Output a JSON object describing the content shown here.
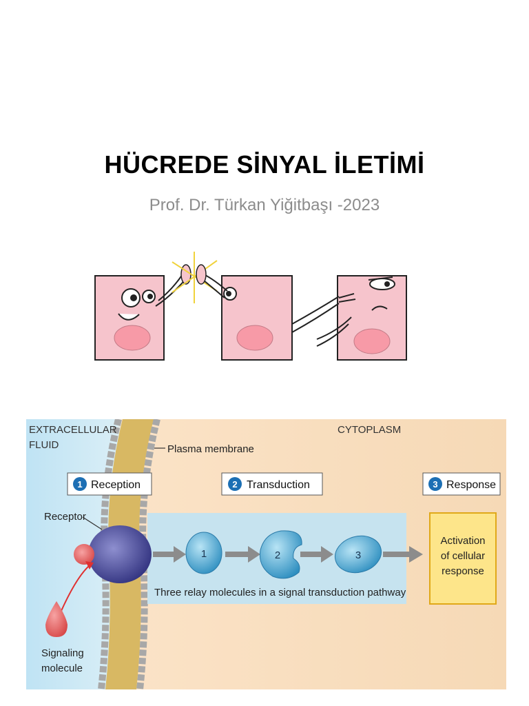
{
  "slide": {
    "title": "HÜCREDE SİNYAL İLETİMİ",
    "subtitle": "Prof. Dr. Türkan Yiğitbaşı -2023"
  },
  "diagram": {
    "region_left": "EXTRACELLULAR",
    "region_left_2": "FLUID",
    "region_right": "CYTOPLASM",
    "membrane_label": "Plasma membrane",
    "receptor_label": "Receptor",
    "signal_label_1": "Signaling",
    "signal_label_2": "molecule",
    "stages": [
      {
        "number": "1",
        "label": "Reception"
      },
      {
        "number": "2",
        "label": "Transduction"
      },
      {
        "number": "3",
        "label": "Response"
      }
    ],
    "relay_molecules": [
      "1",
      "2",
      "3"
    ],
    "pathway_caption": "Three relay molecules in a signal transduction pathway",
    "response_lines": [
      "Activation",
      "of cellular",
      "response"
    ]
  }
}
